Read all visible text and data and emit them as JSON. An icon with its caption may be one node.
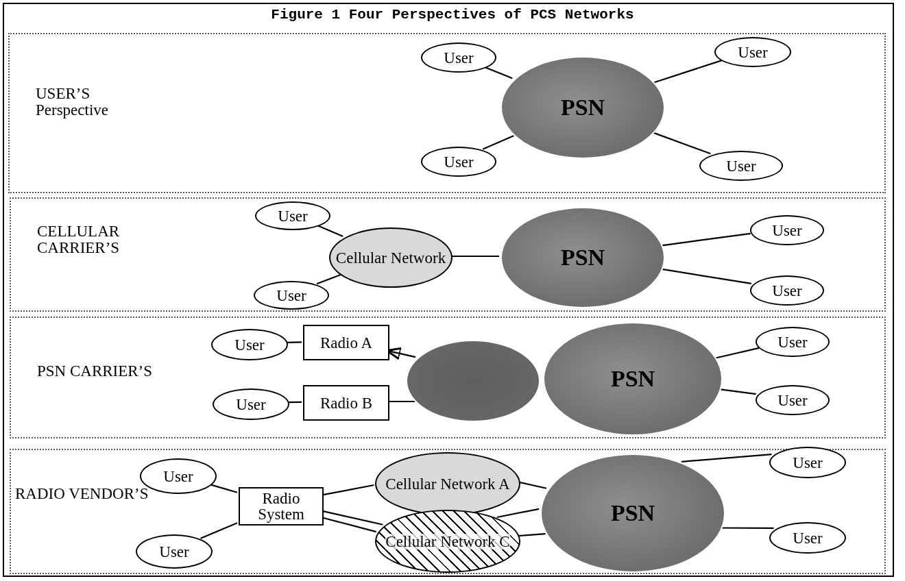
{
  "diagram": {
    "title": "Figure 1 Four Perspectives of PCS Networks",
    "nodes": [
      {
        "text": [
          "USER’S Perspective"
        ]
      },
      {
        "text": [
          "User"
        ],
        "in": 0
      },
      {
        "text": [
          "User"
        ],
        "in": 0
      },
      {
        "text": [
          "PSN"
        ],
        "in": 0
      },
      {
        "text": [
          "User"
        ],
        "in": 0
      },
      {
        "text": [
          "User"
        ],
        "in": 0
      },
      {
        "text": [
          "CELLULAR CARRIER’S"
        ]
      },
      {
        "text": [
          "User"
        ],
        "in": 6
      },
      {
        "text": [
          "Cellular Network"
        ],
        "in": 6
      },
      {
        "text": [
          "PSN"
        ],
        "in": 6
      },
      {
        "text": [
          "User"
        ],
        "in": 6
      },
      {
        "text": [
          "User"
        ],
        "in": 6
      },
      {
        "text": [
          "User"
        ],
        "in": 6
      },
      {
        "text": [
          "PSN CARRIER’S"
        ]
      },
      {
        "text": [
          "User"
        ],
        "in": 13
      },
      {
        "text": [
          "Radio A"
        ],
        "in": 13
      },
      {
        "text": [],
        "shape": "circle",
        "in": 13
      },
      {
        "text": [
          "PSN"
        ],
        "in": 13
      },
      {
        "text": [
          "User"
        ],
        "in": 13
      },
      {
        "text": [
          "User"
        ],
        "in": 13
      },
      {
        "text": [
          "Radio B"
        ],
        "in": 13
      },
      {
        "text": [
          "User"
        ],
        "in": 13
      },
      {
        "text": [
          "RADIO VENDOR’S"
        ]
      },
      {
        "text": [
          "User"
        ],
        "in": 22
      },
      {
        "text": [
          "Cellular Network A"
        ],
        "in": 22
      },
      {
        "text": [
          "PSN"
        ],
        "in": 22
      },
      {
        "text": [
          "User"
        ],
        "in": 22
      },
      {
        "text": [
          "Radio System"
        ],
        "in": 22
      },
      {
        "text": [
          "Cellular Network C"
        ],
        "in": 22
      },
      {
        "text": [
          "User"
        ],
        "in": 22
      },
      {
        "text": [
          "User"
        ],
        "in": 22
      }
    ],
    "edges": [
      {
        "from": 1,
        "to": 3,
        "arrow": "none"
      },
      {
        "from": 2,
        "to": 3,
        "arrow": "none"
      },
      {
        "from": 4,
        "to": 3,
        "arrow": "none"
      },
      {
        "from": 5,
        "to": 3,
        "arrow": "none"
      },
      {
        "from": 7,
        "to": 8,
        "arrow": "none"
      },
      {
        "from": 11,
        "to": 8,
        "arrow": "none"
      },
      {
        "from": 8,
        "to": 9,
        "arrow": "none"
      },
      {
        "from": 9,
        "to": 10,
        "arrow": "none"
      },
      {
        "from": 9,
        "to": 12,
        "arrow": "none"
      },
      {
        "from": 14,
        "to": 15,
        "arrow": "none"
      },
      {
        "from": 16,
        "to": 15,
        "arrow": "to"
      },
      {
        "from": 19,
        "to": 20,
        "arrow": "none"
      },
      {
        "from": 20,
        "to": 16,
        "arrow": "none"
      },
      {
        "from": 17,
        "to": 18,
        "arrow": "none"
      },
      {
        "from": 17,
        "to": 21,
        "arrow": "none"
      },
      {
        "from": 23,
        "to": 27,
        "arrow": "none"
      },
      {
        "from": 30,
        "to": 27,
        "arrow": "none"
      },
      {
        "from": 27,
        "to": 24,
        "arrow": "none"
      },
      {
        "from": 27,
        "to": 28,
        "arrow": "none"
      },
      {
        "from": 27,
        "to": 28,
        "arrow": "none"
      },
      {
        "from": 24,
        "to": 25,
        "arrow": "none"
      },
      {
        "from": 28,
        "to": 25,
        "arrow": "none"
      },
      {
        "from": 28,
        "to": 25,
        "arrow": "none"
      },
      {
        "from": 25,
        "to": 26,
        "arrow": "none"
      },
      {
        "from": 25,
        "to": 29,
        "arrow": "none"
      }
    ]
  }
}
